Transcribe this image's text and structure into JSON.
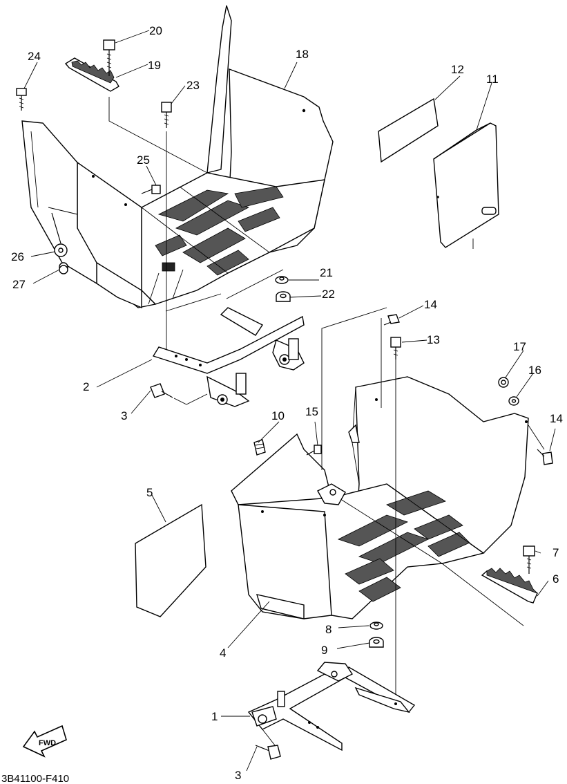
{
  "diagram": {
    "callouts": [
      "1",
      "2",
      "3",
      "3",
      "4",
      "5",
      "6",
      "7",
      "8",
      "9",
      "10",
      "11",
      "12",
      "13",
      "14",
      "14",
      "15",
      "16",
      "17",
      "18",
      "19",
      "20",
      "21",
      "22",
      "23",
      "24",
      "25",
      "26",
      "27"
    ],
    "fwd_label": "FWD",
    "drawing_code": "3B41100-F410"
  }
}
